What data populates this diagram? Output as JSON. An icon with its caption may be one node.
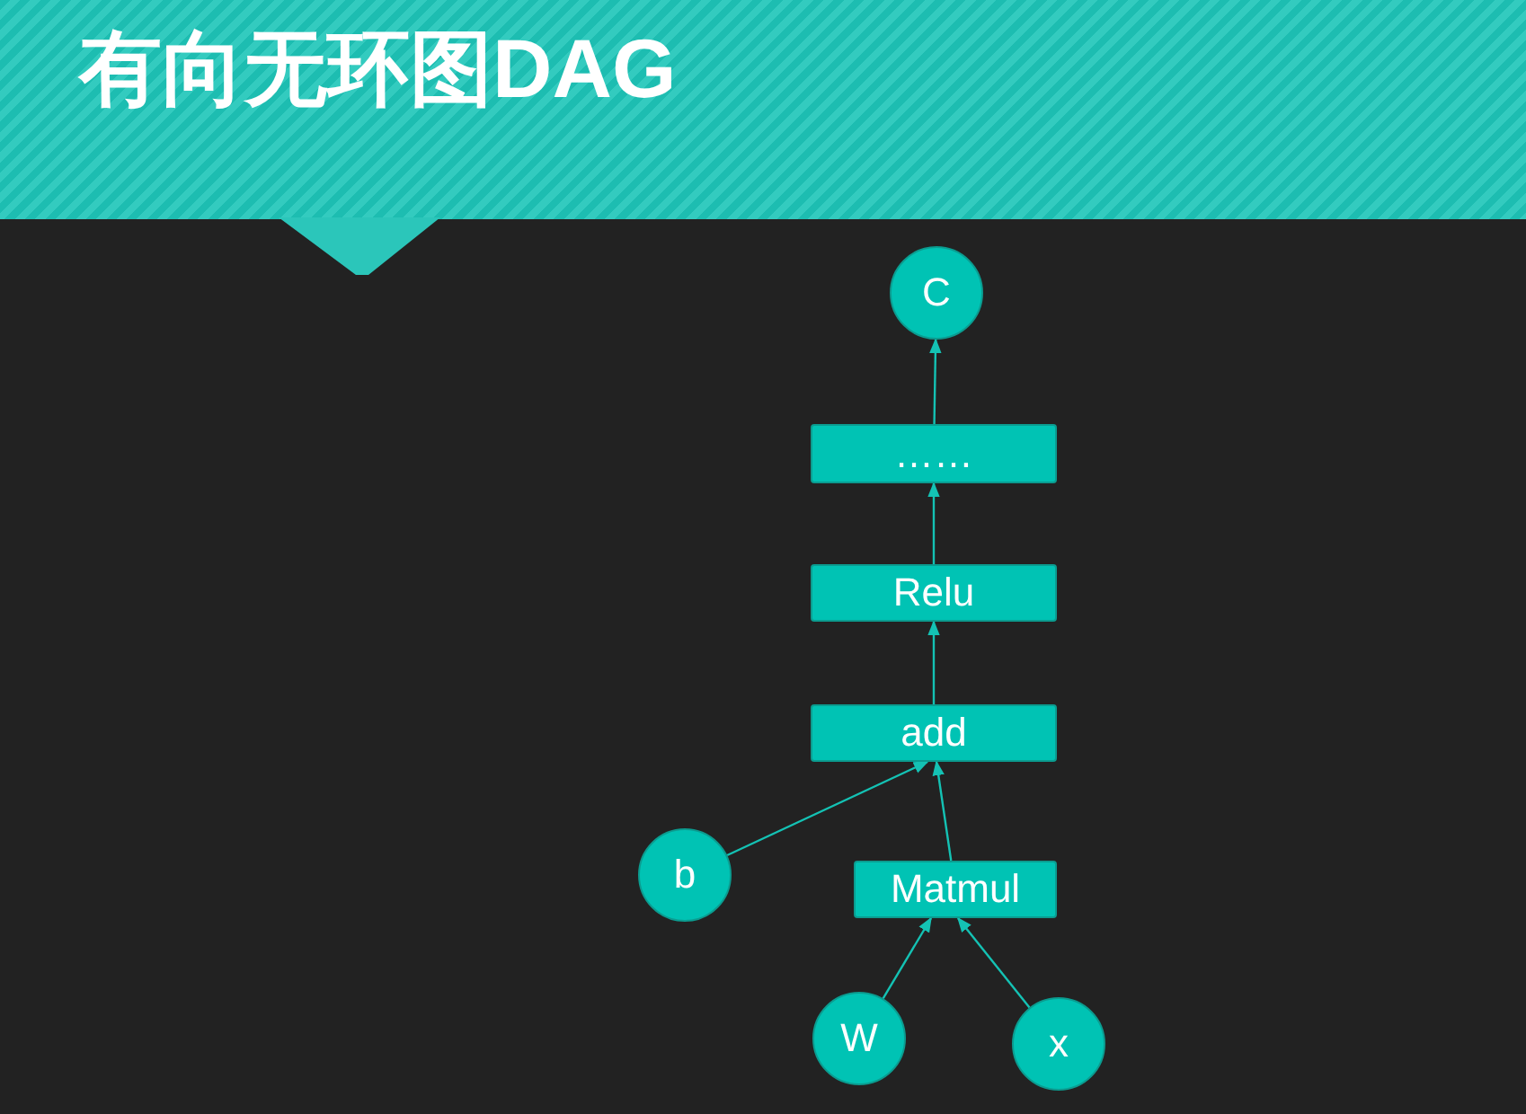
{
  "diagram": {
    "title": "有向无环图DAG",
    "nodes": [
      {
        "text": [
          "C"
        ]
      },
      {
        "text": [
          "……"
        ]
      },
      {
        "text": [
          "Relu"
        ]
      },
      {
        "text": [
          "add"
        ]
      },
      {
        "text": [
          "b"
        ]
      },
      {
        "text": [
          "Matmul"
        ]
      },
      {
        "text": [
          "W"
        ]
      },
      {
        "text": [
          "x"
        ]
      }
    ],
    "edges": [
      {
        "from": 1,
        "to": 0,
        "arrow": "to"
      },
      {
        "from": 2,
        "to": 1,
        "arrow": "to"
      },
      {
        "from": 3,
        "to": 2,
        "arrow": "to"
      },
      {
        "from": 4,
        "to": 3,
        "arrow": "to"
      },
      {
        "from": 5,
        "to": 3,
        "arrow": "to"
      },
      {
        "from": 6,
        "to": 5,
        "arrow": "to"
      },
      {
        "from": 7,
        "to": 5,
        "arrow": "to"
      }
    ]
  }
}
